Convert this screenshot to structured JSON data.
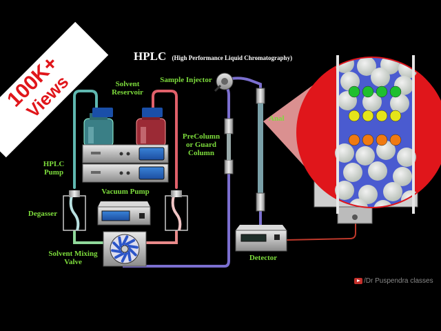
{
  "title": {
    "main": "HPLC",
    "subtitle": "(High Performance Liquid Chromatography)"
  },
  "banner": {
    "line1": "100K+",
    "line2": "Views"
  },
  "labels": {
    "solvent_reservoir": "Solvent Reservoir",
    "sample_injector": "Sample Injector",
    "hplc_pump": "HPLC Pump",
    "vacuum_pump": "Vacuum Pump",
    "degasser": "Degasser",
    "precolumn": "PreColumn or Guard Column",
    "solvent_mixing_valve": "Solvent Mixing Valve",
    "detector": "Detector",
    "analytical_column_partial": "Anal"
  },
  "watermark": "/Dr Puspendra classes",
  "colors": {
    "label_green": "#7ddc3c",
    "teal_tube": "#5fb8b0",
    "red_tube": "#e0606a",
    "purple_tube": "#7b6fcf",
    "blue_cap": "#1a4fa8",
    "bead_green": "#1fbf2f",
    "bead_yellow": "#e4e41a",
    "bead_orange": "#f07a12",
    "magnifier_red": "#e0161b"
  },
  "magnifier": {
    "bead_rows": [
      {
        "color": "green",
        "count": 4
      },
      {
        "color": "yellow",
        "count": 4
      },
      {
        "color": "orange",
        "count": 4
      }
    ]
  }
}
